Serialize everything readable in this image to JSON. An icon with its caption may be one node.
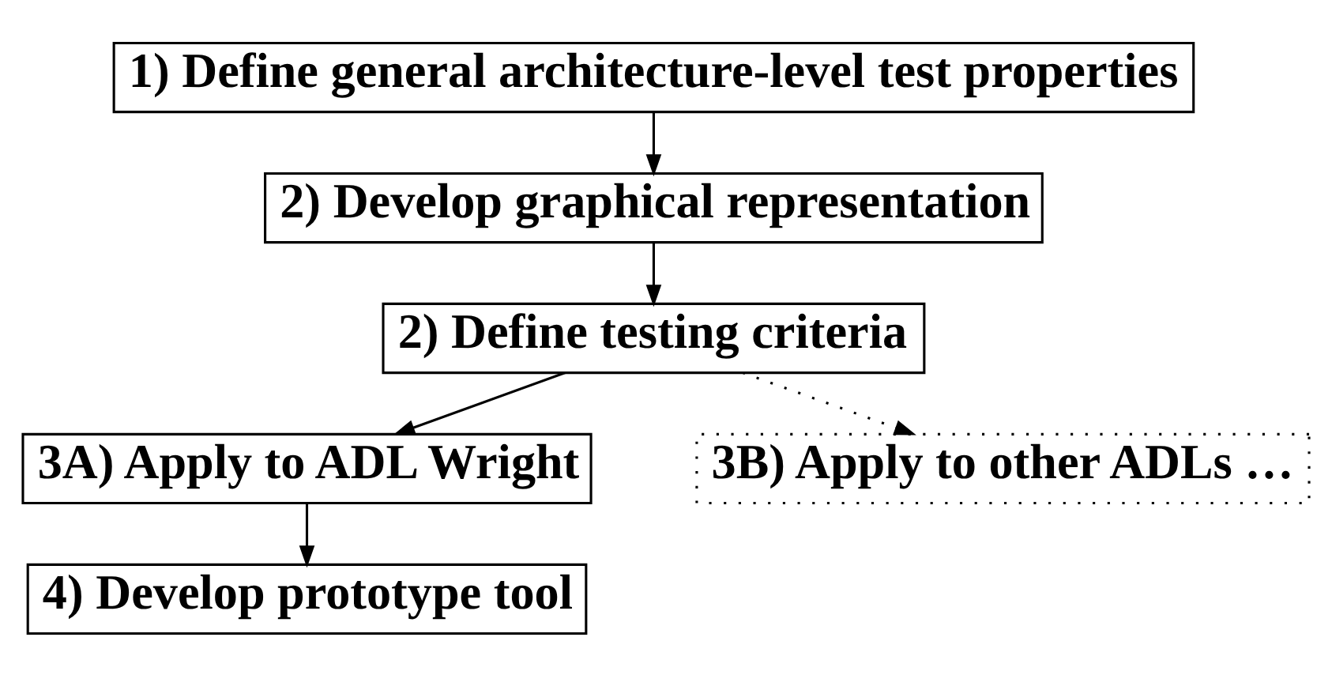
{
  "diagram": {
    "nodes": [
      {
        "text": [
          "1) Define general architecture-level test properties"
        ]
      },
      {
        "text": [
          "2) Develop graphical representation"
        ]
      },
      {
        "text": [
          "2) Define testing criteria"
        ]
      },
      {
        "text": [
          "3A) Apply to ADL Wright"
        ]
      },
      {
        "text": [
          "3B) Apply to other ADLs …"
        ]
      },
      {
        "text": [
          "4) Develop prototype tool"
        ]
      }
    ],
    "edges": [
      {
        "from": 0,
        "to": 1,
        "arrow": "to"
      },
      {
        "from": 1,
        "to": 2,
        "arrow": "to"
      },
      {
        "from": 2,
        "to": 3,
        "arrow": "to"
      },
      {
        "from": 2,
        "to": 4,
        "arrow": "to",
        "style": "dashed"
      },
      {
        "from": 3,
        "to": 5,
        "arrow": "to"
      }
    ]
  }
}
